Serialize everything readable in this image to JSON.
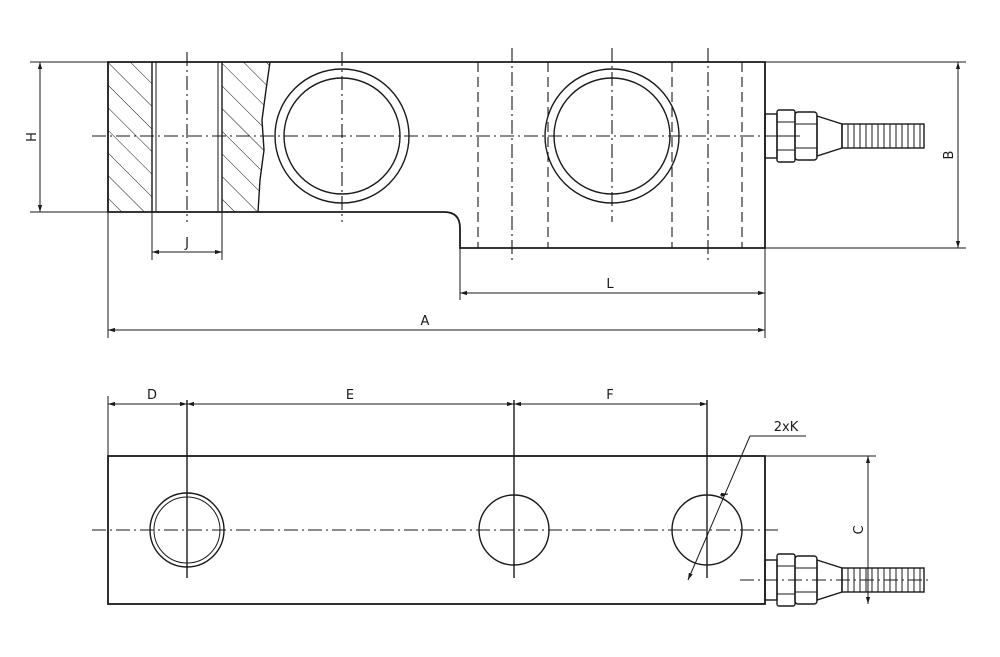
{
  "labels": {
    "H": "H",
    "J": "J",
    "L": "L",
    "A": "A",
    "B": "B",
    "D": "D",
    "E": "E",
    "F": "F",
    "K": "2xK",
    "C": "C"
  }
}
